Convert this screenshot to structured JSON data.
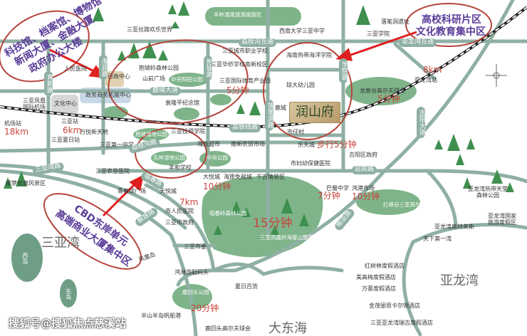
{
  "colors": {
    "road": "#8fb0a3",
    "park": "#6fa878",
    "tree": "#3f8f4f",
    "annotation": "#b5443b",
    "highlight_text": "#5a3d98",
    "time_text": "#c8433a"
  },
  "labels": [
    {
      "id": "banling-hot-spring",
      "text": "半岭温泉旅游度假区"
    },
    {
      "id": "silk-road-park",
      "text": "三亚丝路欢乐世界"
    },
    {
      "id": "southwest-univ-school",
      "text": "西南大学三亚中学"
    },
    {
      "id": "sanya-university",
      "text": "三亚学院"
    },
    {
      "id": "luobidong-site",
      "text": "落笔洞遗址"
    },
    {
      "id": "callout-university-1",
      "text": "高校科研片区"
    },
    {
      "id": "callout-university-2",
      "text": "文化教育集中区"
    },
    {
      "id": "road-lizhigou-interchange",
      "text": "荔枝沟互通"
    },
    {
      "id": "road-yalongwan-interchange",
      "text": "亚龙湾互通"
    },
    {
      "id": "callout-gov-1",
      "text": "科技馆、档案馆、博物馆"
    },
    {
      "id": "callout-gov-2",
      "text": "新闻大厦、金融大厦"
    },
    {
      "id": "callout-gov-3",
      "text": "政府办公大楼"
    },
    {
      "id": "road-yuxin",
      "text": "育新路"
    },
    {
      "id": "road-hairun",
      "text": "海润路"
    },
    {
      "id": "road-baopo",
      "text": "抱坡路"
    },
    {
      "id": "people-hospital",
      "text": "人民医院"
    },
    {
      "id": "baopoling-forest-park",
      "text": "抱坡岭森林公园"
    },
    {
      "id": "admin-center",
      "text": "行政中心"
    },
    {
      "id": "shanqian-square",
      "text": "山前广场"
    },
    {
      "id": "central-paddy-park",
      "text": "中央阳田公园"
    },
    {
      "id": "road-lucheng",
      "text": "鹿城大道"
    },
    {
      "id": "gov-business-center",
      "text": "政务商务拓展中心"
    },
    {
      "id": "culture-center",
      "text": "文化中心"
    },
    {
      "id": "phoenix-airport",
      "text": "三亚凤凰国际机场"
    },
    {
      "id": "airport-station",
      "text": "机场站"
    },
    {
      "id": "airport-distance",
      "text": "18km"
    },
    {
      "id": "sanya-station",
      "text": "三亚站"
    },
    {
      "id": "sanya-station-distance",
      "text": "6km"
    },
    {
      "id": "xiari-station",
      "text": "三亚夏日站"
    },
    {
      "id": "wanyue-mall",
      "text": "万悦新天地"
    },
    {
      "id": "yuan-longping-memorial",
      "text": "袁隆平纪念馆"
    },
    {
      "id": "vocational-school",
      "text": "三亚城市职业学校"
    },
    {
      "id": "overseas-chinese-school",
      "text": "三亚华侨学校南新校区"
    },
    {
      "id": "sports-park",
      "text": "三亚国际体育产业园"
    },
    {
      "id": "time-lucheng",
      "text": "5分钟"
    },
    {
      "id": "road-hsr",
      "text": "高铁线路"
    },
    {
      "id": "tropical-ocean-univ",
      "text": "海南热带海洋学院"
    },
    {
      "id": "road-luobidong",
      "text": "落笔洞路"
    },
    {
      "id": "road-xueyuan",
      "text": "学院路"
    },
    {
      "id": "qiongda-kindergarten",
      "text": "琼大幼儿园"
    },
    {
      "id": "project-name",
      "text": "润山府"
    },
    {
      "id": "project-prefix",
      "text": "鹿城"
    },
    {
      "id": "shizai-village",
      "text": "市仔村"
    },
    {
      "id": "lotte-mall",
      "text": "乐天城"
    },
    {
      "id": "time-walk",
      "text": "步行5分钟"
    },
    {
      "id": "jiyang-gov",
      "text": "吉阳区政府"
    },
    {
      "id": "maternal-hospital",
      "text": "市妇幼保健医院"
    },
    {
      "id": "longquangu-golf",
      "text": "龙泉谷高尔夫球会"
    },
    {
      "id": "time-golf",
      "text": "5分钟"
    },
    {
      "id": "yalongwan-distance",
      "text": "8km"
    },
    {
      "id": "yalongwan-station",
      "text": "亚龙湾站"
    },
    {
      "id": "road-jiyang",
      "text": "吉阳大道"
    },
    {
      "id": "technician-college",
      "text": "三亚技师学院"
    },
    {
      "id": "no1-middle-school",
      "text": "三亚第一中学"
    },
    {
      "id": "road-lizhigou",
      "text": "荔枝沟路"
    },
    {
      "id": "baopo-wetland",
      "text": "抱坡湿地公园"
    },
    {
      "id": "east-bank-wetland",
      "text": "东岸湿地公园"
    },
    {
      "id": "hailv-supermarket",
      "text": "海旅超市"
    },
    {
      "id": "nanxin-market",
      "text": "南新农贸市场"
    },
    {
      "id": "central-park",
      "text": "中央公园"
    },
    {
      "id": "fenghe-school",
      "text": "丰和学校"
    },
    {
      "id": "joy-city",
      "text": "大悦城"
    },
    {
      "id": "time-joy-city",
      "text": "10分钟"
    },
    {
      "id": "duty-free",
      "text": "海旅免税城"
    },
    {
      "id": "romance-park",
      "text": "千古情景区"
    },
    {
      "id": "road-sanyawan",
      "text": "三亚湾路"
    },
    {
      "id": "coconut-corridor",
      "text": "椰梦长廊风景区"
    },
    {
      "id": "nongken-hospital",
      "text": "三亚农垦医院"
    },
    {
      "id": "road-linchun",
      "text": "临春路"
    },
    {
      "id": "youth-square",
      "text": "青春颂广场"
    },
    {
      "id": "tianyue-city",
      "text": "天悦城"
    },
    {
      "id": "gov-distance",
      "text": "7km"
    },
    {
      "id": "city-hospital",
      "text": "市人民医院"
    },
    {
      "id": "road-jiefang",
      "text": "解放路"
    },
    {
      "id": "city-gov",
      "text": "三亚市政府"
    },
    {
      "id": "callout-cbd-1",
      "text": "CBD东岸单元"
    },
    {
      "id": "callout-cbd-2",
      "text": "高端商业大厦集中区"
    },
    {
      "id": "sanya-bay",
      "text": "三亚湾"
    },
    {
      "id": "west-island",
      "text": "西岛"
    },
    {
      "id": "east-island",
      "text": "东岛"
    },
    {
      "id": "phoenix-island",
      "text": "凤凰岛"
    },
    {
      "id": "city-committee",
      "text": "三亚市委"
    },
    {
      "id": "hongzhou-marina",
      "text": "鸿洲游艇码头"
    },
    {
      "id": "summer-mall",
      "text": "夏日百货"
    },
    {
      "id": "luhuitou-park",
      "text": "鹿回头公园"
    },
    {
      "id": "time-luhuitou",
      "text": "20分钟"
    },
    {
      "id": "banshan-marina",
      "text": "半山半岛帆船港"
    },
    {
      "id": "luhuitou-golf",
      "text": "鹿回头高尔夫球会"
    },
    {
      "id": "linchunling-park",
      "text": "临春岭森林公园"
    },
    {
      "id": "time-phoenix-ridge",
      "text": "15分钟"
    },
    {
      "id": "phoenix-ridge",
      "text": "三亚凤凰岭海誓山盟景区"
    },
    {
      "id": "bashu-school",
      "text": "巴蜀中学"
    },
    {
      "id": "time-bashu",
      "text": "7分钟"
    },
    {
      "id": "honggang-market",
      "text": "鸿港市场"
    },
    {
      "id": "time-market",
      "text": "10分钟"
    },
    {
      "id": "road-yingbin",
      "text": "迎宾路"
    },
    {
      "id": "road-yuya",
      "text": "榆亚路"
    },
    {
      "id": "hongxiagu-golf",
      "text": "红峡谷三亚高尔夫球会"
    },
    {
      "id": "yalongwan-forest",
      "text": "亚龙湾热带天堂森林公园"
    },
    {
      "id": "yalongwan-resort",
      "text": "亚龙湾国家旅游度假区"
    },
    {
      "id": "yalongwan-outlets",
      "text": "亚龙湾奥特莱斯"
    },
    {
      "id": "first-bay",
      "text": "天下第一湾"
    },
    {
      "id": "hotel-mangrove",
      "text": "红树林度假酒店"
    },
    {
      "id": "hotel-mgm",
      "text": "美高梅度假酒店"
    },
    {
      "id": "hotel-marriott",
      "text": "万豪度假酒店"
    },
    {
      "id": "hotel-ritz",
      "text": "金茂丽思卡尔顿酒店"
    },
    {
      "id": "hotel-st-regis",
      "text": "三亚亚龙湾瑞吉度假酒店"
    },
    {
      "id": "yalong-bay",
      "text": "亚龙湾"
    },
    {
      "id": "dadonghai",
      "text": "大东海"
    },
    {
      "id": "watermark",
      "text": "搜狐号@搜狐焦点慈溪站"
    }
  ]
}
